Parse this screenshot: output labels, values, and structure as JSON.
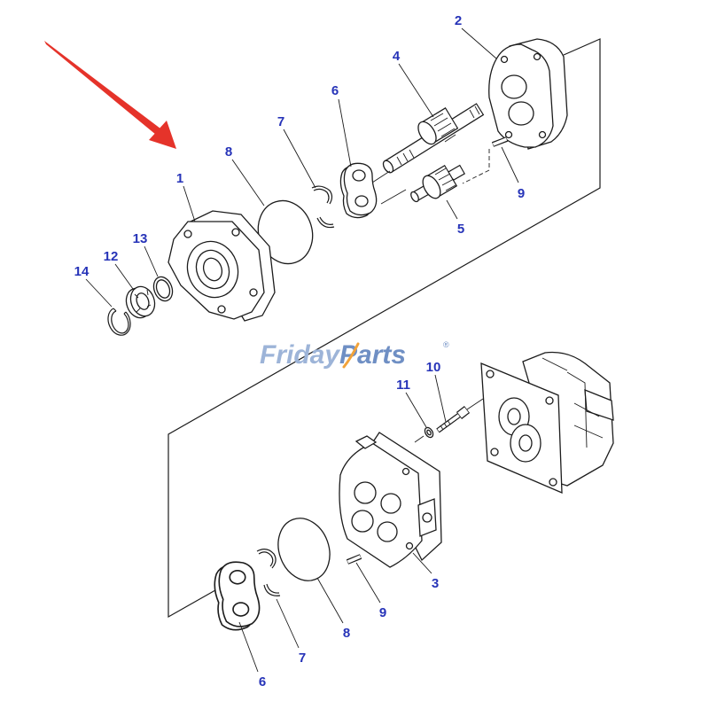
{
  "watermark": {
    "brand_first": "Friday",
    "brand_second": "Parts",
    "registered": "®"
  },
  "callouts": {
    "part_1": "1",
    "part_2": "2",
    "part_3": "3",
    "part_4": "4",
    "part_5": "5",
    "part_6_upper": "6",
    "part_6_lower": "6",
    "part_7_upper": "7",
    "part_7_lower": "7",
    "part_8_upper": "8",
    "part_8_lower": "8",
    "part_9_upper": "9",
    "part_9_lower": "9",
    "part_10": "10",
    "part_11": "11",
    "part_12": "12",
    "part_13": "13",
    "part_14": "14"
  },
  "icons": {
    "pointer": "red-arrow-icon"
  },
  "colors": {
    "callout": "#2633b8",
    "arrow": "#e5332a",
    "watermark_friday": "#9db4d8",
    "watermark_parts": "#6f8fc4",
    "watermark_accent": "#f2a33a"
  }
}
